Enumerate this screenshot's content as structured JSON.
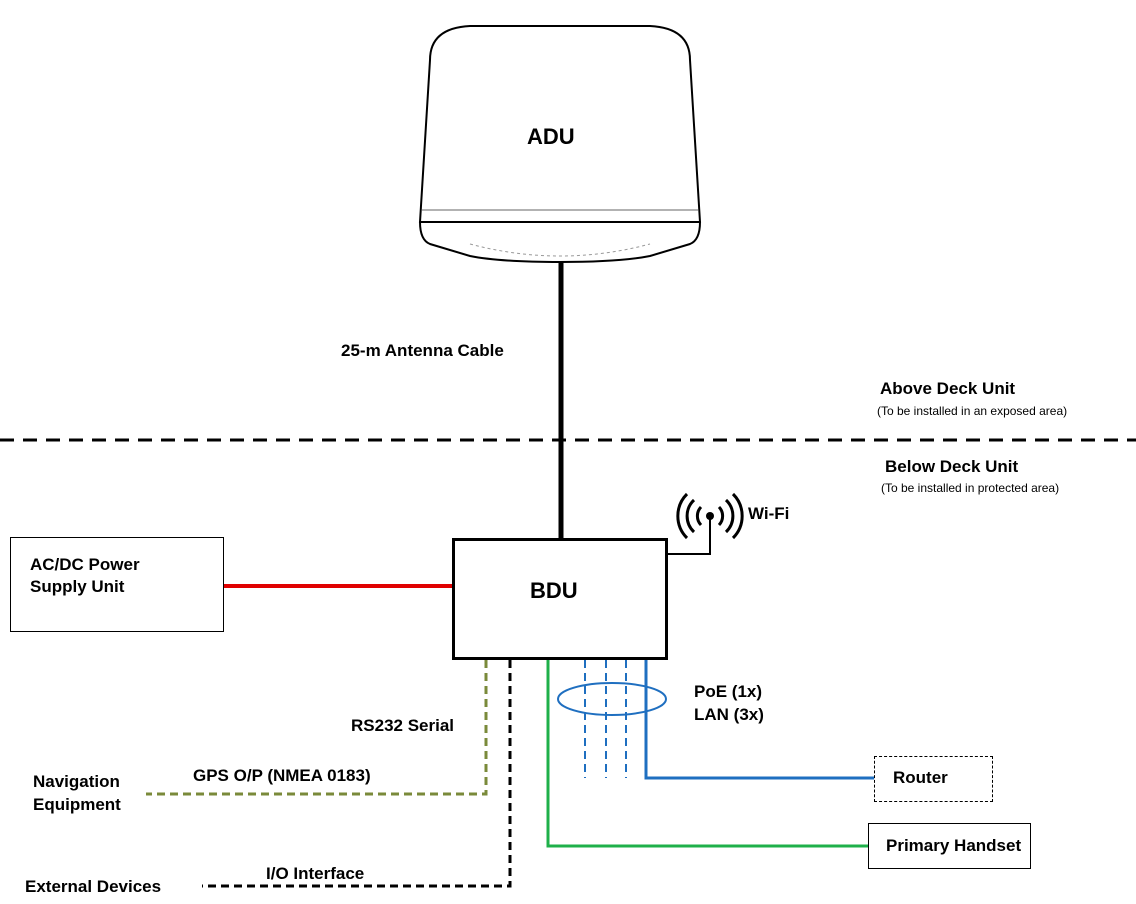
{
  "units": {
    "adu": "ADU",
    "bdu": "BDU"
  },
  "cables": {
    "antenna": "25-m Antenna Cable",
    "rs232": "RS232 Serial",
    "gps": "GPS O/P (NMEA 0183)",
    "io": "I/O Interface",
    "poe": "PoE (1x)",
    "lan": "LAN (3x)",
    "wifi": "Wi-Fi"
  },
  "zones": {
    "above_title": "Above Deck Unit",
    "above_note": "(To be installed in an exposed area)",
    "below_title": "Below Deck Unit",
    "below_note": "(To be installed in protected area)"
  },
  "devices": {
    "power_line1": "AC/DC Power",
    "power_line2": "Supply Unit",
    "navigation_line1": "Navigation",
    "navigation_line2": "Equipment",
    "external": "External Devices",
    "router": "Router",
    "handset": "Primary Handset"
  },
  "colors": {
    "power_cable": "#e00000",
    "gps_cable": "#7a8a3a",
    "lan_cable": "#1f6fc0",
    "handset_cable": "#1fb04a",
    "io_cable": "#000000"
  }
}
